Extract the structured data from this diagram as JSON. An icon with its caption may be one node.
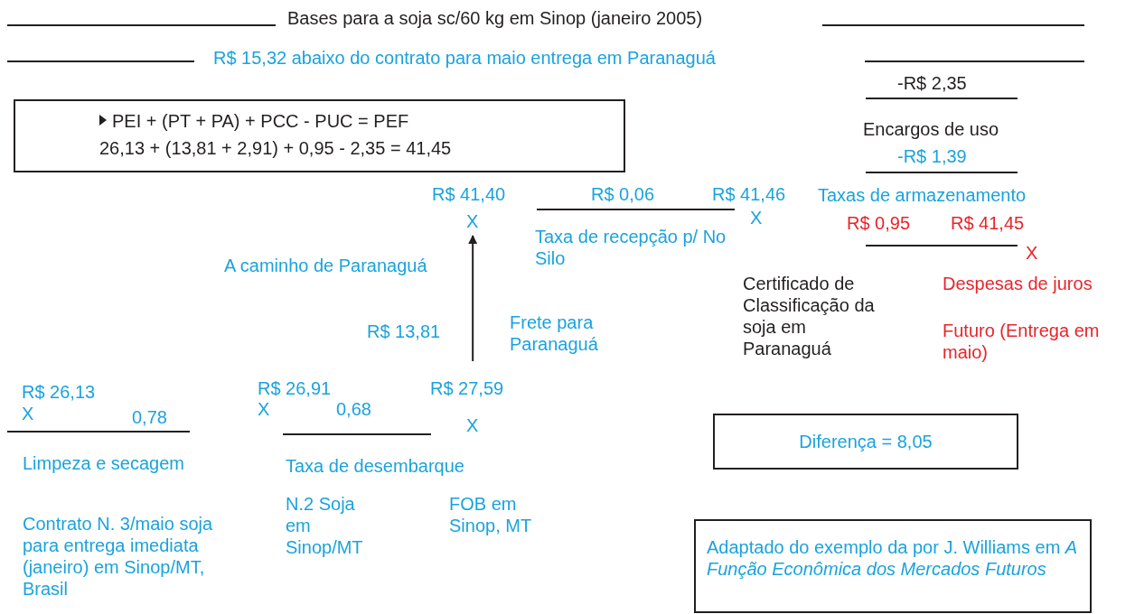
{
  "diagram": {
    "title": "Bases para a soja sc/60 kg em Sinop (janeiro 2005)",
    "nodes": [
      {
        "text": [
          "PEI + (PT + PA) + PCC - PUC = PEF",
          "26,13 + (13,81 + 2,91) + 0,95 - 2,35 = 41,45"
        ]
      },
      {
        "text": [
          "R$ 27,59"
        ]
      },
      {
        "text": [
          "X"
        ]
      },
      {
        "text": [
          "Diferença = 8,05"
        ]
      },
      {
        "text": [
          "Adaptado do exemplo da por J. Williams em *A Função Econômica dos Mercados Futuros*"
        ]
      }
    ],
    "edges": [
      {
        "from": 1,
        "to": 2,
        "arrow": "to"
      }
    ],
    "labels": [
      "R$ 15,32  abaixo do contrato para maio entrega em Paranaguá",
      "-R$ 2,35",
      "Encargos de uso",
      "-R$ 1,39",
      "R$ 41,40",
      "R$ 0,06",
      "R$ 41,46",
      "Taxas de armazenamento",
      "X",
      "R$ 0,95",
      "R$ 41,45",
      "Taxa de recepção p/ No Silo",
      "X",
      "A caminho de Paranaguá",
      "Certificado de Classificação da soja em Paranaguá",
      "Despesas de juros",
      "R$ 13,81",
      "Frete para Paranaguá",
      "Futuro (Entrega em maio)",
      "R$ 26,13",
      "R$ 26,91",
      "X",
      "0,78",
      "X",
      "0,68",
      "X",
      "Limpeza e secagem",
      "Taxa de desembarque",
      "N.2 Soja em Sinop/MT",
      "FOB em Sinop, MT",
      "Contrato N. 3/maio soja para entrega imediata (janeiro) em Sinop/MT, Brasil"
    ]
  }
}
